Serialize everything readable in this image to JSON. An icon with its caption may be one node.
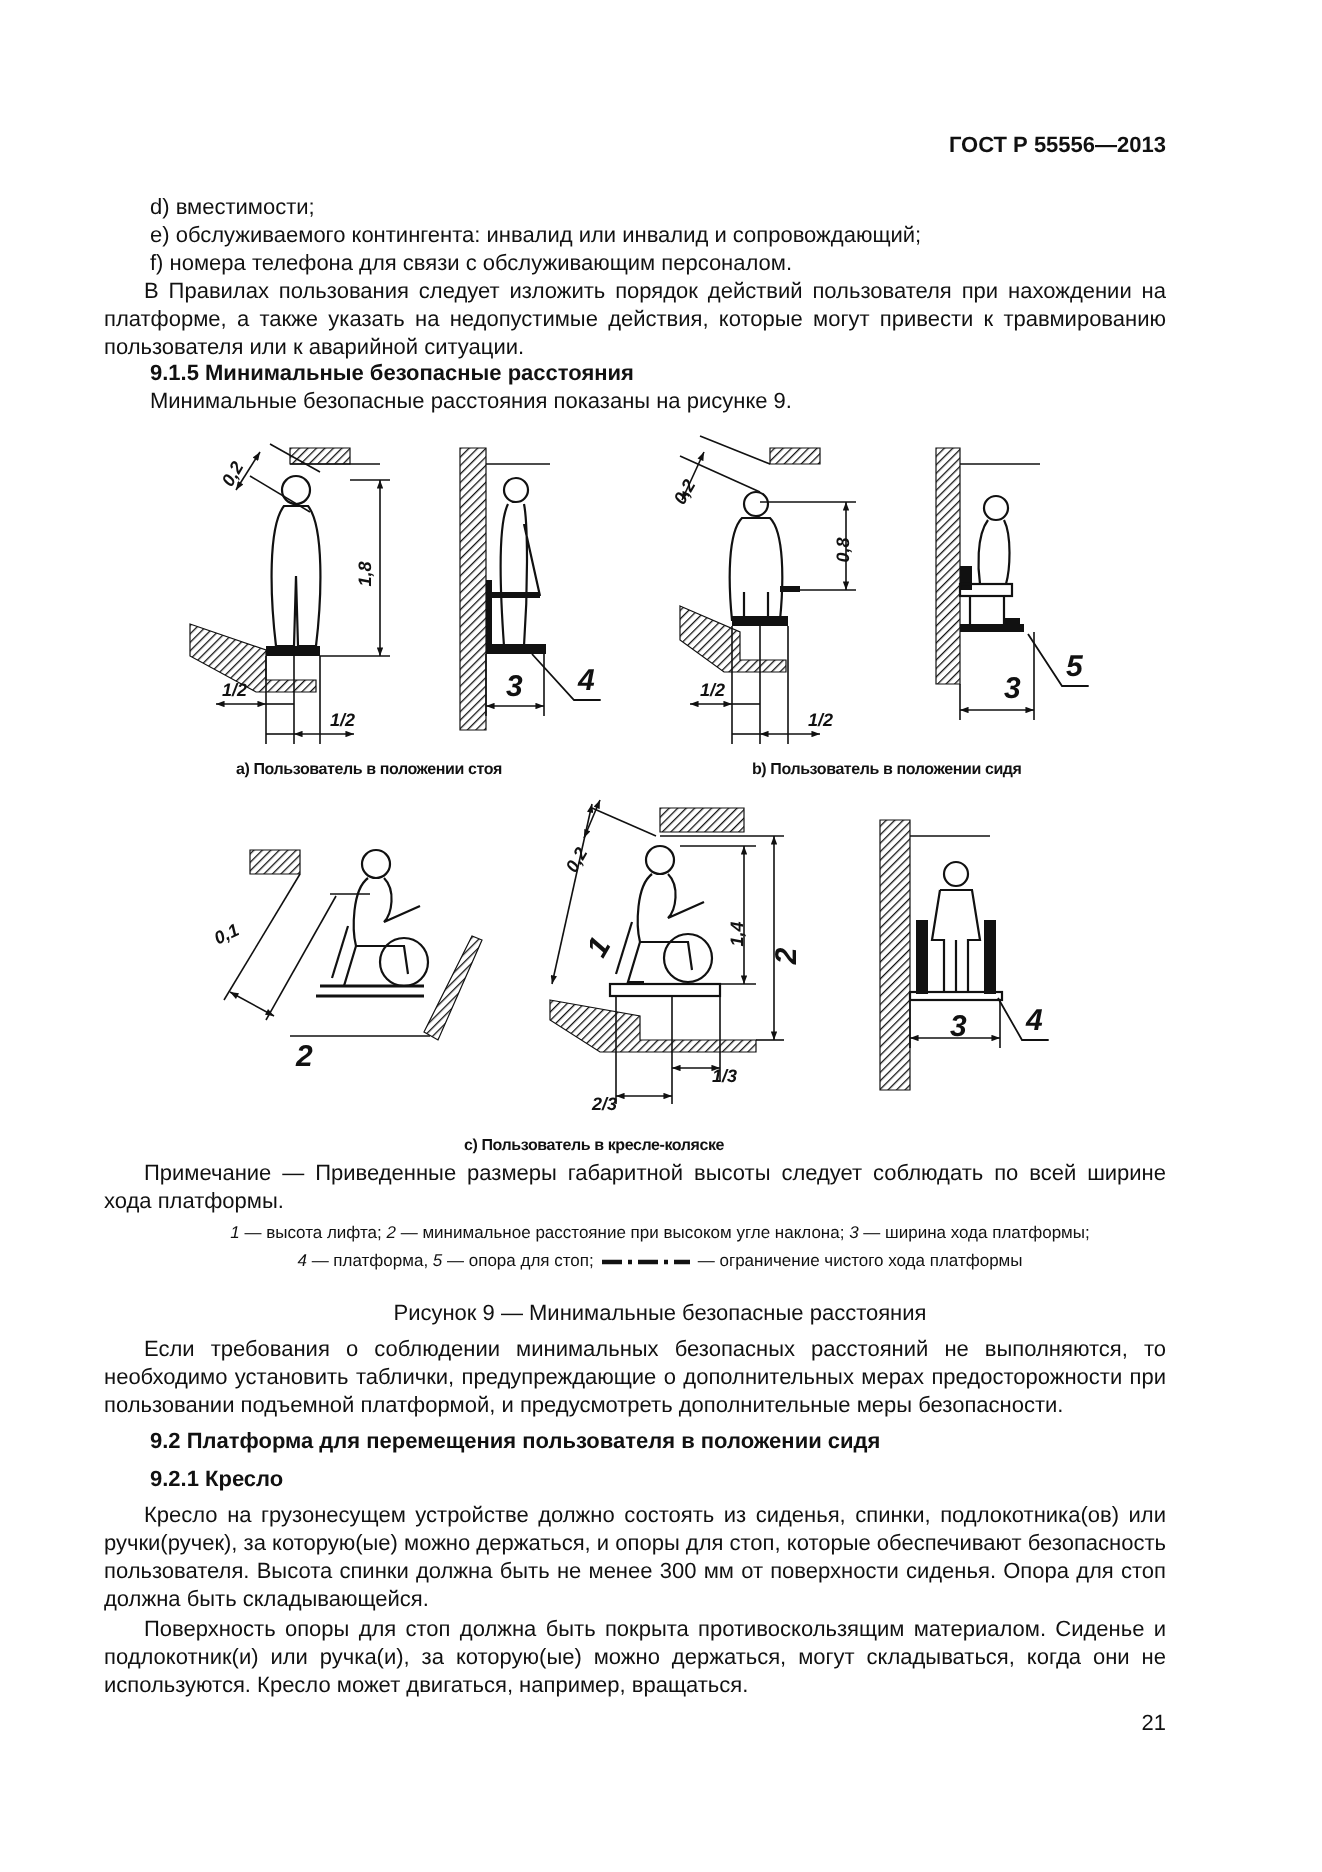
{
  "diagram": {
    "caption": "Рисунок 9 — Минимальные безопасные расстояния",
    "nodes": [
      {
        "text": [
          "4"
        ]
      },
      {
        "text": [
          "5"
        ]
      },
      {
        "text": [
          "4"
        ]
      }
    ],
    "edges": [
      {
        "from": 0,
        "to": null,
        "arrow": "none"
      },
      {
        "from": 1,
        "to": null,
        "arrow": "none"
      },
      {
        "from": 2,
        "to": null,
        "arrow": "none"
      }
    ],
    "labels": [
      "ГОСТ Р 55556—2013",
      "d)  вместимости;",
      "e)  обслуживаемого контингента: инвалид или инвалид и сопровождающий;",
      "f)  номера телефона для связи с обслуживающим персоналом.",
      "В Правилах пользования следует изложить порядок действий пользователя при нахождении на платформе, а также указать на недопустимые действия, которые могут привести к травмированию пользователя или к аварийной ситуации.",
      "9.1.5  Минимальные безопасные расстояния",
      "Минимальные безопасные расстояния показаны на рисунке 9.",
      "0,2",
      "1,8",
      "1/2",
      "1/2",
      "3",
      "0,2",
      "0,8",
      "1/2",
      "1/2",
      "3",
      "a) Пользователь в положении стоя",
      "b) Пользователь в положении сидя",
      "0,2",
      "0,1",
      "1",
      "1,4",
      "2",
      "2",
      "1/3",
      "3",
      "2/3",
      "c) Пользователь в кресле-коляске",
      "Примечание — Приведенные размеры габаритной высоты следует соблюдать по всей ширине хода платформы.",
      "*1* — высота лифта; *2* — минимальное расстояние при высоком угле наклона; *3* — ширина хода платформы;",
      "*4* — платформа, *5* — опора для стоп;",
      "Если требования о соблюдении минимальных безопасных расстояний не выполняются, то необходимо установить таблички, предупреждающие о дополнительных мерах предосторожности при пользовании подъемной платформой, и предусмотреть дополнительные меры безопасности.",
      "9.2  Платформа для перемещения пользователя в положении сидя",
      "9.2.1  Кресло",
      "Кресло на грузонесущем устройстве должно состоять из сиденья, спинки, подлокотника(ов) или ручки(ручек), за которую(ые) можно держаться, и опоры для стоп, которые обеспечивают безопасность пользователя. Высота спинки должна быть не менее 300 мм от поверхности сиденья. Опора для стоп должна быть складывающейся.",
      "Поверхность опоры для стоп должна быть покрыта противоскользящим материалом. Сиденье и подлокотник(и) или ручка(и), за которую(ые) можно держаться, могут складываться, когда они не используются. Кресло может двигаться, например, вращаться.",
      "21"
    ],
    "legend": [
      {
        "text": "— ограничение чистого хода платформы"
      }
    ]
  }
}
